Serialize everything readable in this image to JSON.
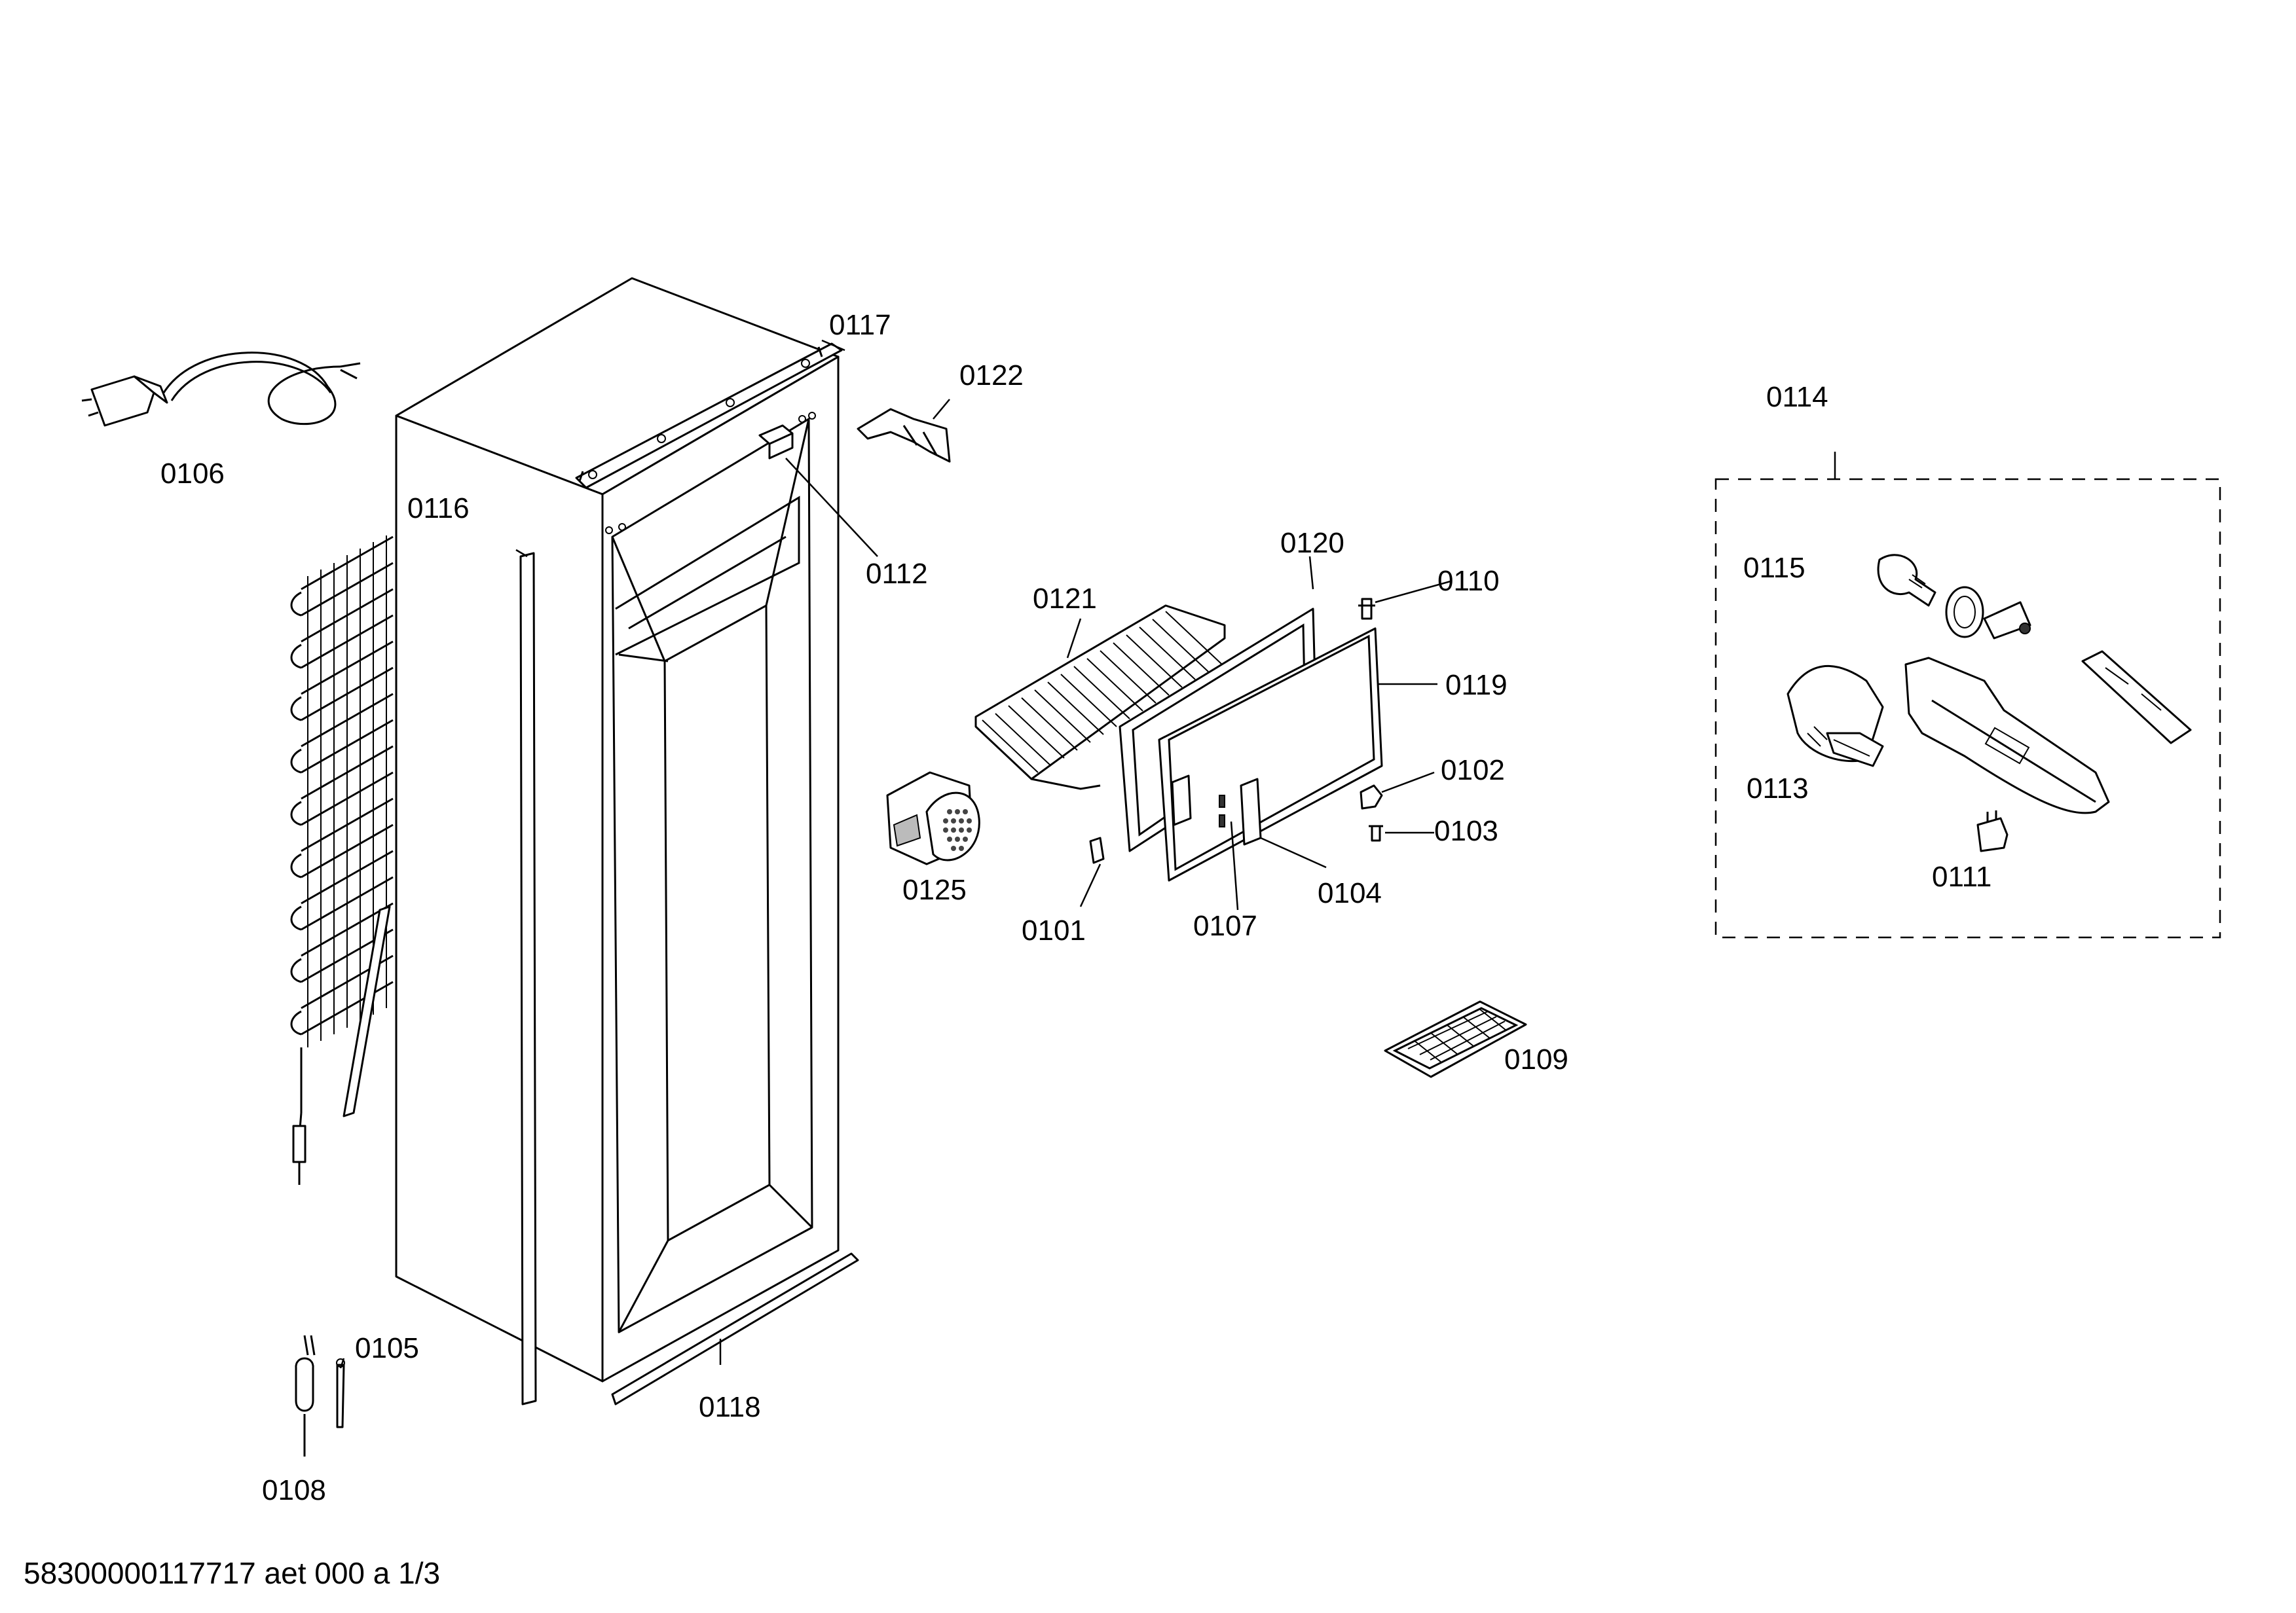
{
  "parts": [
    {
      "id": "p0106",
      "label": "0106"
    },
    {
      "id": "p0116",
      "label": "0116"
    },
    {
      "id": "p0117",
      "label": "0117"
    },
    {
      "id": "p0122",
      "label": "0122"
    },
    {
      "id": "p0112",
      "label": "0112"
    },
    {
      "id": "p0120",
      "label": "0120"
    },
    {
      "id": "p0121",
      "label": "0121"
    },
    {
      "id": "p0110",
      "label": "0110"
    },
    {
      "id": "p0119",
      "label": "0119"
    },
    {
      "id": "p0102",
      "label": "0102"
    },
    {
      "id": "p0103",
      "label": "0103"
    },
    {
      "id": "p0104",
      "label": "0104"
    },
    {
      "id": "p0107",
      "label": "0107"
    },
    {
      "id": "p0101",
      "label": "0101"
    },
    {
      "id": "p0125",
      "label": "0125"
    },
    {
      "id": "p0109",
      "label": "0109"
    },
    {
      "id": "p0114",
      "label": "0114"
    },
    {
      "id": "p0115",
      "label": "0115"
    },
    {
      "id": "p0113",
      "label": "0113"
    },
    {
      "id": "p0111",
      "label": "0111"
    },
    {
      "id": "p0105",
      "label": "0105"
    },
    {
      "id": "p0118",
      "label": "0118"
    },
    {
      "id": "p0108",
      "label": "0108"
    }
  ],
  "footer": "58300000117717 aet 000 a 1/3"
}
